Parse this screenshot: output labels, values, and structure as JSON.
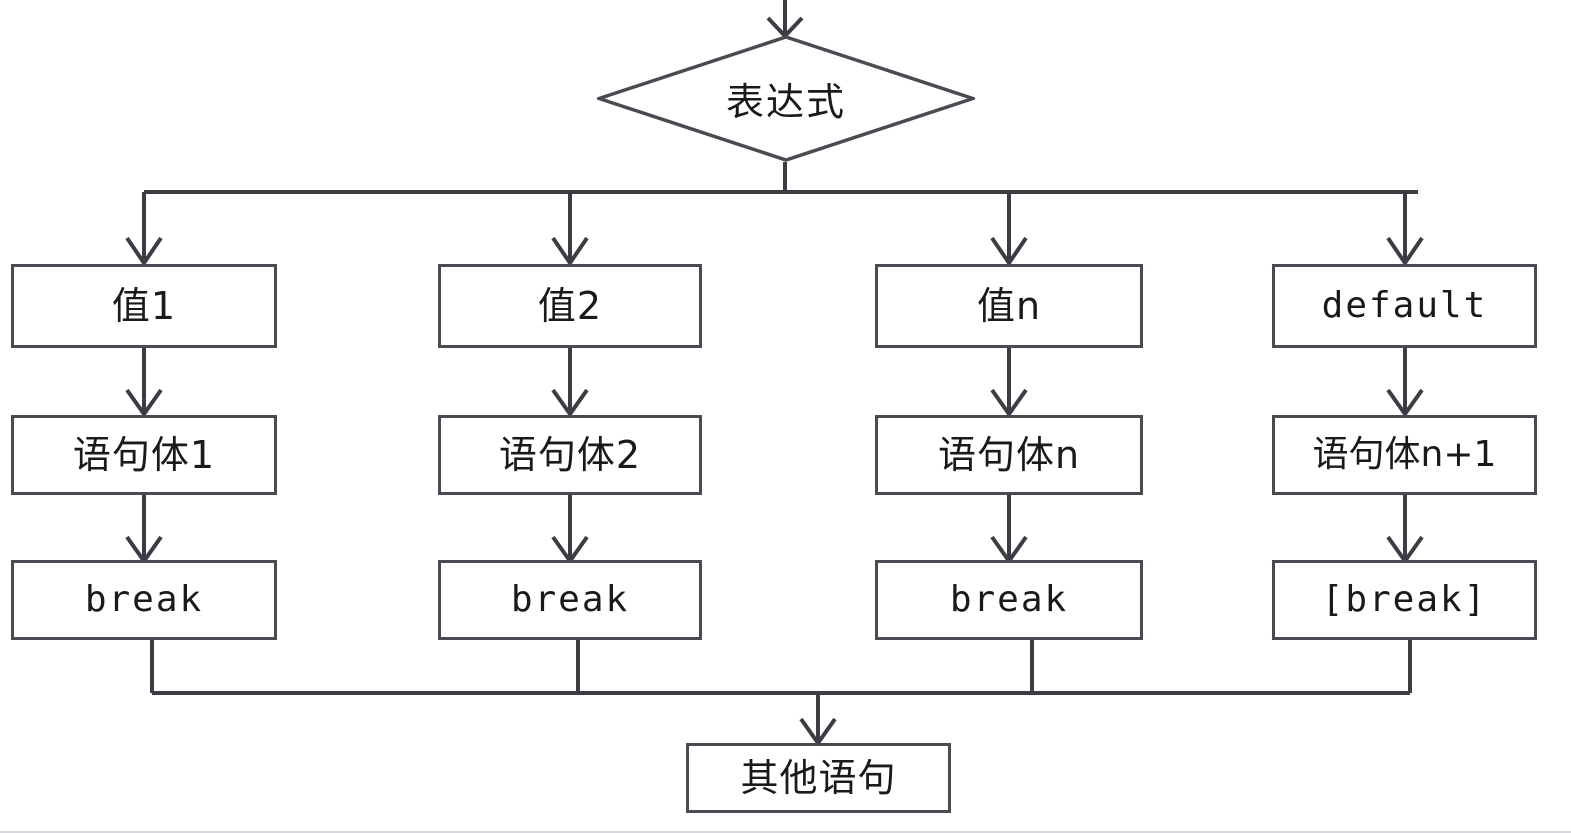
{
  "diagram": {
    "title": "switch-statement-flowchart",
    "decision": {
      "label": "表达式",
      "shape": "diamond"
    },
    "branches": [
      {
        "case_label": "值1",
        "body_label": "语句体1",
        "break_label": "break"
      },
      {
        "case_label": "值2",
        "body_label": "语句体2",
        "break_label": "break"
      },
      {
        "case_label": "值n",
        "body_label": "语句体n",
        "break_label": "break"
      },
      {
        "case_label": "default",
        "body_label": "语句体n+1",
        "break_label": "[break]"
      }
    ],
    "exit": {
      "label": "其他语句"
    },
    "colors": {
      "stroke": "#4a4a52",
      "wire": "#3c3c44",
      "text": "#1a1a1a",
      "background": "#ffffff",
      "rule": "#d8d8dc"
    }
  }
}
